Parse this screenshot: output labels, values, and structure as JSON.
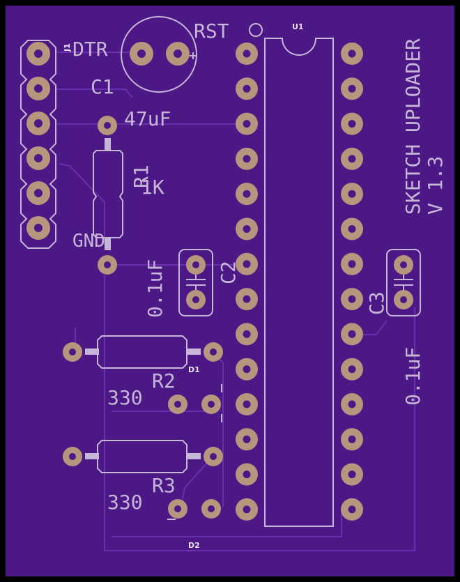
{
  "board": {
    "title_line1": "SKETCH UPLOADER",
    "title_line2": "V 1.3",
    "colors": {
      "board": "#4b1885",
      "silkscreen": "#c7b6d8",
      "pad": "#b8967e",
      "trace": "#6a2fae"
    }
  },
  "labels": {
    "header": "J1",
    "dtr": "DTR",
    "gnd": "GND",
    "rst": "RST",
    "chip": "U1",
    "c1_ref": "C1",
    "c1_value": "47uF",
    "r1_ref": "R1",
    "r1_value": "1K",
    "c2_ref": "C2",
    "c2_value": "0.1uF",
    "c3_ref": "C3",
    "c3_value": "0.1uF",
    "r2_ref": "R2",
    "r2_value": "330",
    "r3_ref": "R3",
    "r3_value": "330",
    "d1_ref": "D1",
    "d2_ref": "D2"
  }
}
